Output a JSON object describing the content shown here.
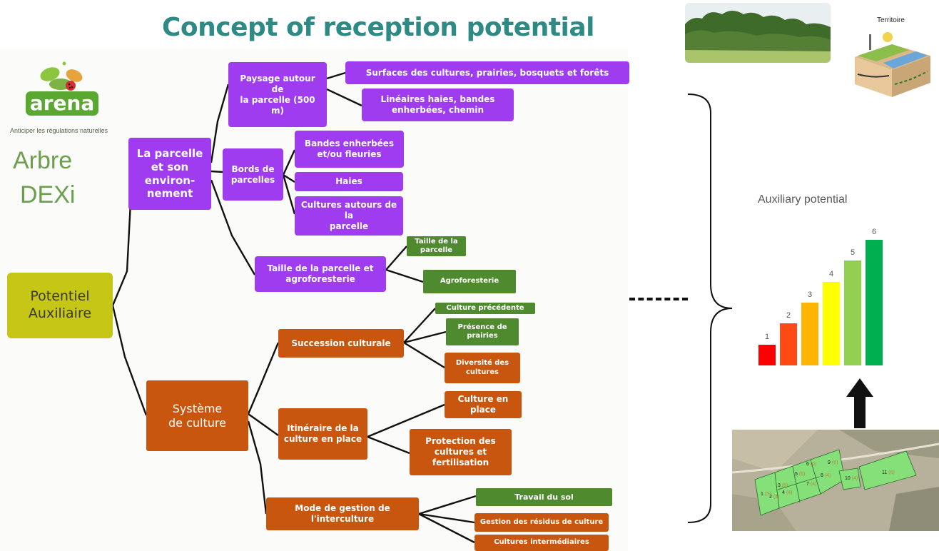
{
  "title": "Concept of reception potential",
  "logo": {
    "word": "arena",
    "tagline": "Anticiper les régulations naturelles"
  },
  "side_title": {
    "line1": "Arbre",
    "line2": "DEXi"
  },
  "tree": {
    "root": "Potentiel\nAuxiliaire",
    "branch1": "La parcelle\net son\nenviron-\nnement",
    "branch1_children": {
      "paysage": "Paysage autour de\nla parcelle (500 m)",
      "surfaces": "Surfaces des cultures, prairies, bosquets et forêts",
      "lineaires": "Linéaires haies, bandes\nenherbées, chemin",
      "bords": "Bords de\nparcelles",
      "bandes": "Bandes enherbées\net/ou fleuries",
      "haies": "Haies",
      "cultures_autour": "Cultures autours de la\nparcelle",
      "taille": "Taille de la parcelle et\nagroforesterie",
      "taille_parcelle": "Taille de la\nparcelle",
      "agroforesterie": "Agroforesterie"
    },
    "branch2": "Système\nde culture",
    "branch2_children": {
      "succession": "Succession culturale",
      "culture_precedente": "Culture précédente",
      "presence_prairies": "Présence de\nprairies",
      "diversite": "Diversité des\ncultures",
      "itineraire": "Itinéraire de la\nculture en place",
      "culture_en_place": "Culture en\nplace",
      "protection": "Protection des\ncultures et\nfertilisation",
      "mode_gestion": "Mode de gestion de\nl'interculture",
      "travail_sol": "Travail du sol",
      "gestion_residus": "Gestion des résidus de culture",
      "cultures_inter": "Cultures intermédiaires"
    }
  },
  "territory_label": "Territoire",
  "chart_data": {
    "type": "bar",
    "title": "Auxiliary potential",
    "categories": [
      "1",
      "2",
      "3",
      "4",
      "5",
      "6"
    ],
    "values": [
      1,
      2,
      3,
      4,
      5,
      6
    ],
    "colors": [
      "#ff0000",
      "#ff4a14",
      "#ffb400",
      "#ffff00",
      "#92d050",
      "#00b050"
    ],
    "xlabel": "",
    "ylabel": "",
    "ylim": [
      0,
      6
    ]
  },
  "map_labels": [
    {
      "id": "1",
      "val": "(5)"
    },
    {
      "id": "2",
      "val": "(4)"
    },
    {
      "id": "3",
      "val": "(6)"
    },
    {
      "id": "4",
      "val": "(4)"
    },
    {
      "id": "5",
      "val": "(6)"
    },
    {
      "id": "6",
      "val": "(6)"
    },
    {
      "id": "7",
      "val": "(4)"
    },
    {
      "id": "8",
      "val": "(4)"
    },
    {
      "id": "9",
      "val": "(6)"
    },
    {
      "id": "10",
      "val": "(4)"
    },
    {
      "id": "11",
      "val": "(6)"
    }
  ],
  "colors": {
    "title": "#2e8a84",
    "purple": "#a03cf0",
    "orange": "#c8560e",
    "green": "#4f8a2e",
    "root": "#c6c616"
  }
}
